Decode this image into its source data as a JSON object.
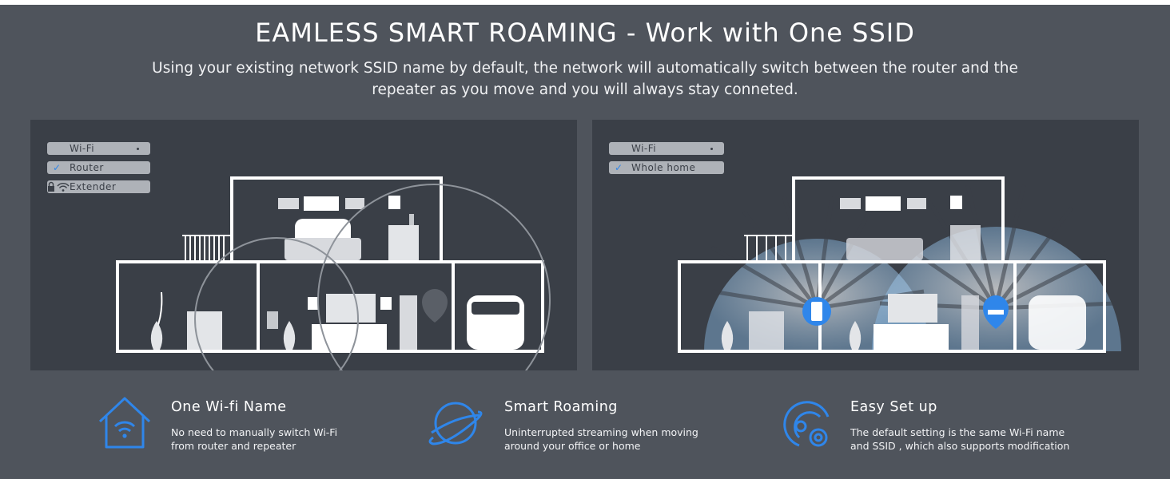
{
  "header": {
    "title": "EAMLESS SMART ROAMING - Work with One SSID",
    "subtitle_line1": "Using your existing network SSID name by default, the network will automatically switch between the router and the",
    "subtitle_line2": "repeater as you move and you will always stay  conneted."
  },
  "left_panel": {
    "wifi_list": [
      {
        "label": "Wi-Fi",
        "checked": false,
        "indicator": "dot"
      },
      {
        "label": "Router",
        "checked": true,
        "indicator": "none"
      },
      {
        "label": "Extender",
        "checked": false,
        "indicator": "lock-wifi-icon"
      }
    ]
  },
  "right_panel": {
    "wifi_list": [
      {
        "label": "Wi-Fi",
        "checked": false,
        "indicator": "dot"
      },
      {
        "label": "Whole home",
        "checked": true,
        "indicator": "none"
      }
    ]
  },
  "features": [
    {
      "icon": "home-wifi-icon",
      "title": "One Wi-fi Name",
      "desc_line1": "No need to manually switch Wi-Fi",
      "desc_line2": "from router and repeater"
    },
    {
      "icon": "orbit-icon",
      "title": "Smart Roaming",
      "desc_line1": "Uninterrupted streaming when moving",
      "desc_line2": "around your office or home"
    },
    {
      "icon": "signal-gear-icon",
      "title": "Easy Set up",
      "desc_line1": "The default setting is the same Wi-Fi name",
      "desc_line2": "and SSID , which also supports modification"
    }
  ],
  "colors": {
    "background": "#4f545c",
    "panel": "#3a3f47",
    "accent_blue": "#2f86ea",
    "house_line": "#ffffff"
  }
}
